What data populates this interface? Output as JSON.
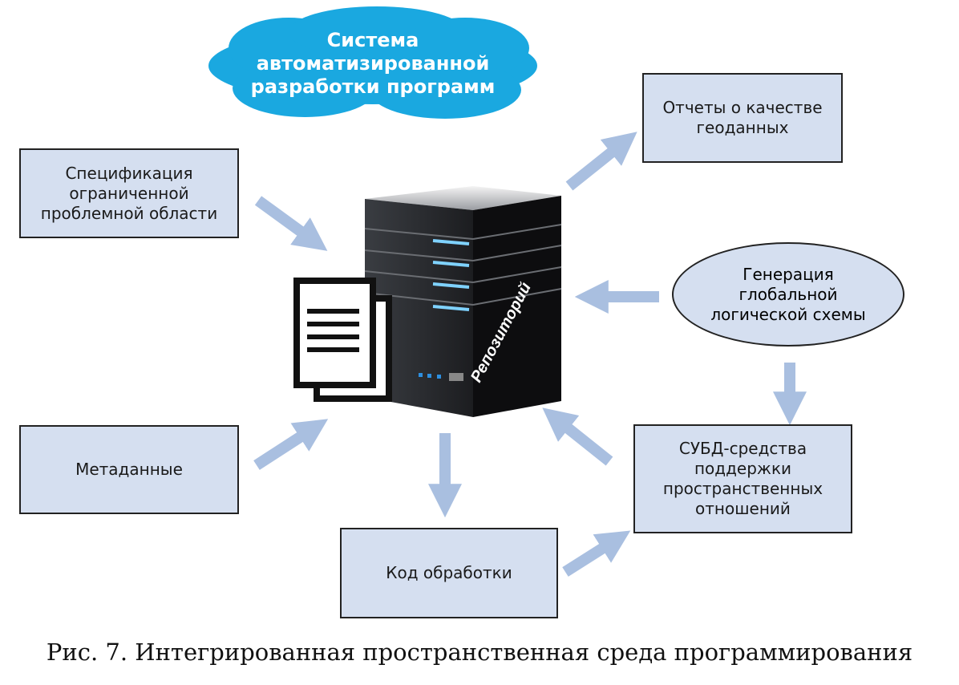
{
  "cloud": {
    "text": "Система\nавтоматизированной\nразработки программ"
  },
  "nodes": {
    "spec": "Спецификация\nограниченной\nпроблемной области",
    "reports": "Отчеты о качестве\nгеоданных",
    "generation": "Генерация\nглобальной\nлогической схемы",
    "metadata": "Метаданные",
    "dbms": "СУБД-средства\nподдержки\nпространственных\nотношений",
    "code": "Код обработки"
  },
  "repository": {
    "label": "Репозиторий"
  },
  "caption": "Рис. 7. Интегрированная пространственная среда программирования",
  "colors": {
    "box": "#d5dff0",
    "arrow": "#a9bfe0",
    "cloud": "#1aa8e0"
  }
}
